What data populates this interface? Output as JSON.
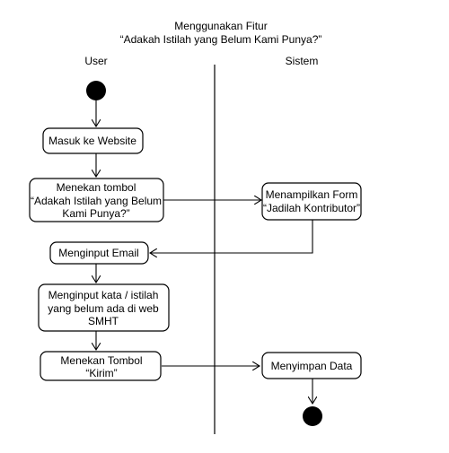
{
  "title": {
    "line1": "Menggunakan Fitur",
    "line2": "“Adakah Istilah yang Belum Kami Punya?”"
  },
  "lanes": {
    "user": "User",
    "system": "Sistem"
  },
  "nodes": {
    "masuk": {
      "lines": [
        "Masuk ke Website"
      ]
    },
    "menekan_tombol": {
      "lines": [
        "Menekan tombol",
        "“Adakah Istilah yang Belum",
        "Kami Punya?”"
      ]
    },
    "menampilkan_form": {
      "lines": [
        "Menampilkan Form",
        "“Jadilah Kontributor”"
      ]
    },
    "input_email": {
      "lines": [
        "Menginput Email"
      ]
    },
    "input_kata": {
      "lines": [
        "Menginput kata / istilah",
        "yang belum ada di web",
        "SMHT"
      ]
    },
    "tombol_kirim": {
      "lines": [
        "Menekan Tombol",
        "“Kirim”"
      ]
    },
    "simpan": {
      "lines": [
        "Menyimpan Data"
      ]
    }
  }
}
